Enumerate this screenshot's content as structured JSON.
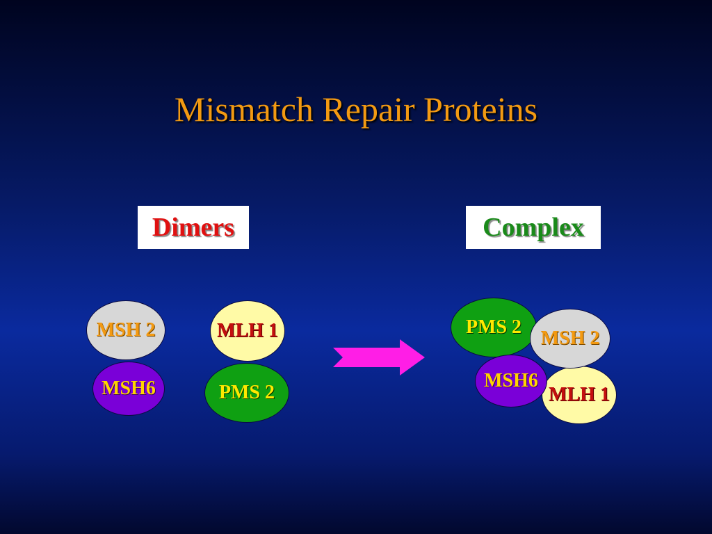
{
  "slide": {
    "title": "Mismatch Repair Proteins"
  },
  "dimers": {
    "label": "Dimers",
    "proteins": {
      "msh2": "MSH 2",
      "msh6": "MSH6",
      "mlh1": "MLH 1",
      "pms2": "PMS 2"
    }
  },
  "complex": {
    "label": "Complex",
    "proteins": {
      "pms2": "PMS 2",
      "msh2": "MSH 2",
      "msh6": "MSH6",
      "mlh1": "MLH 1"
    }
  },
  "colors": {
    "title": "#f39a12",
    "dimers_label": "#e01010",
    "complex_label": "#1a8a1a",
    "arrow": "#ff1ee6",
    "msh2_fill": "#d7d7d7",
    "mlh1_fill": "#fffaa6",
    "msh6_fill": "#7a00d8",
    "pms2_fill": "#0fa012"
  }
}
